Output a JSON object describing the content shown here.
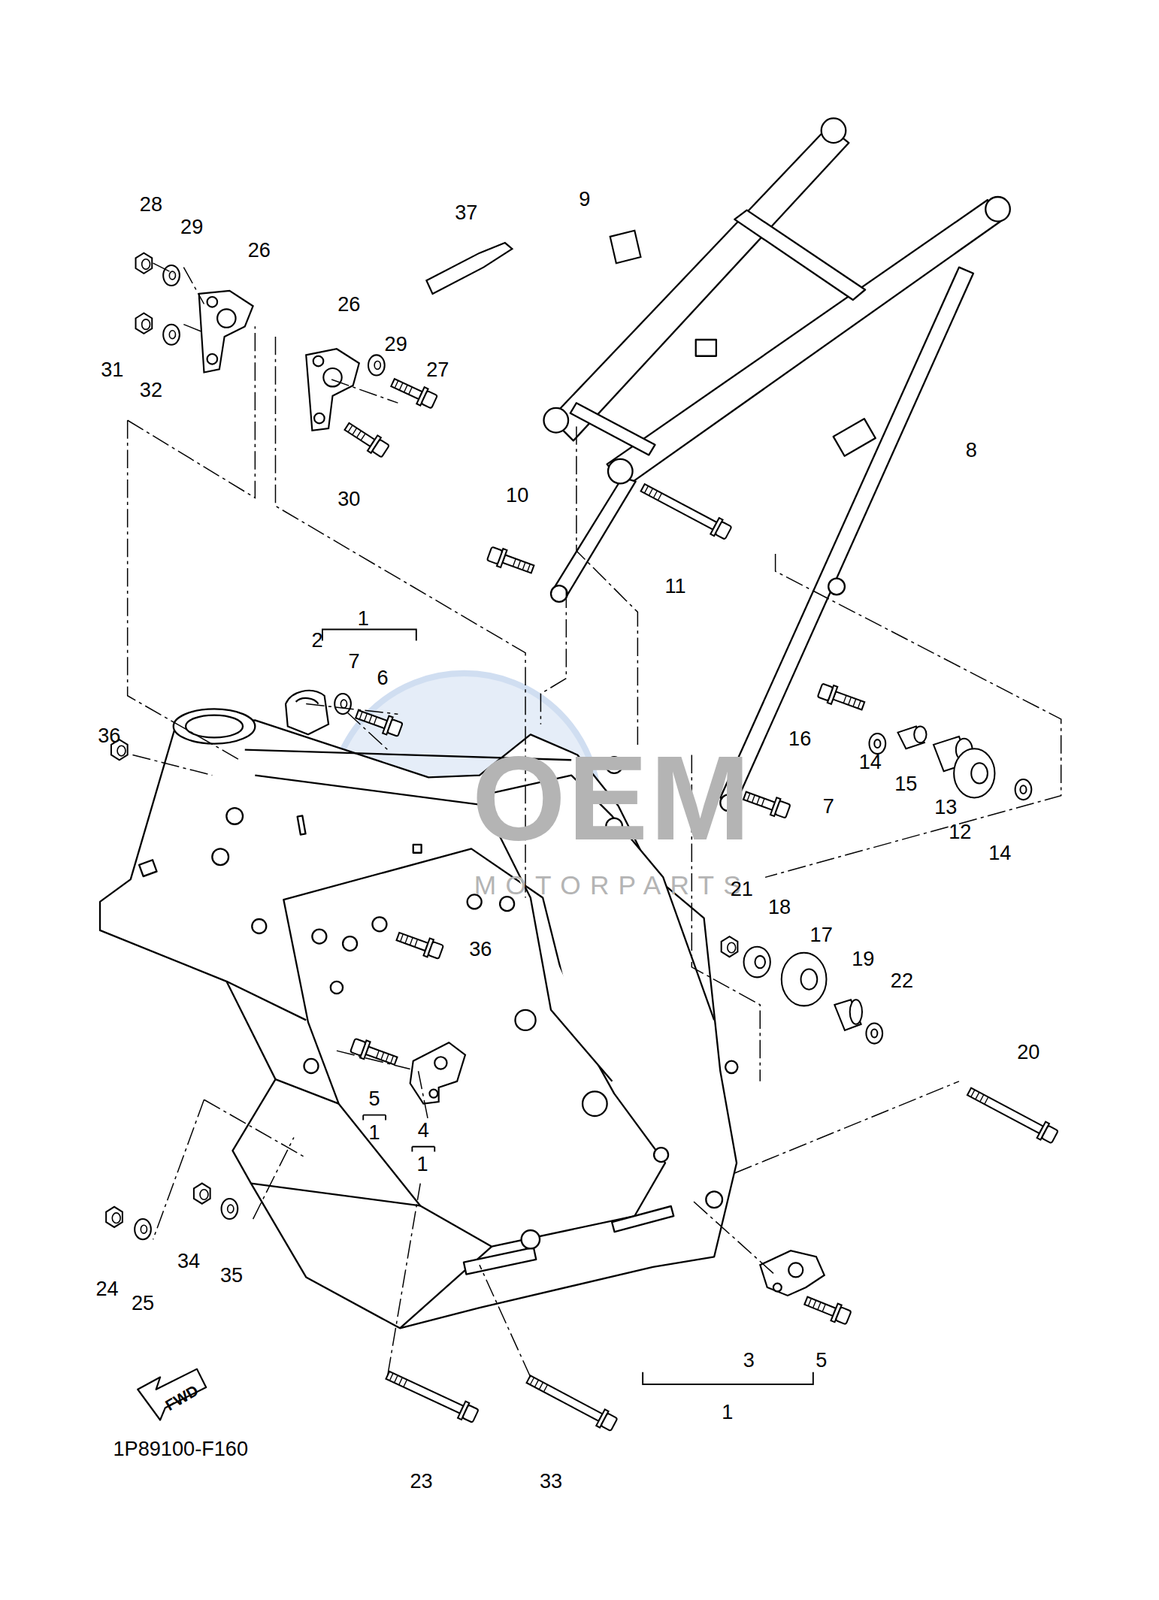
{
  "diagram": {
    "labels": [
      "28",
      "29",
      "26",
      "37",
      "9",
      "31",
      "32",
      "26",
      "29",
      "27",
      "30",
      "10",
      "11",
      "8",
      "1",
      "2",
      "7",
      "6",
      "36",
      "16",
      "14",
      "15",
      "13",
      "7",
      "12",
      "14",
      "OEM",
      "MOTORPARTS",
      "21",
      "18",
      "17",
      "19",
      "22",
      "36",
      "20",
      "5",
      "1",
      "4",
      "1",
      "24",
      "25",
      "34",
      "35",
      "FWD",
      "3",
      "5",
      "1",
      "1P89100-F160",
      "23",
      "33"
    ]
  }
}
